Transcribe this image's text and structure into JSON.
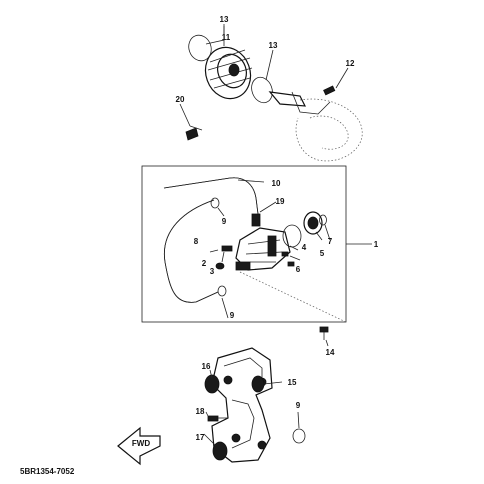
{
  "labels": {
    "l1": "1",
    "l2": "2",
    "l3": "3",
    "l4": "4",
    "l5": "5",
    "l6": "6",
    "l7": "7",
    "l8": "8",
    "l9a": "9",
    "l9b": "9",
    "l9c": "9",
    "l10": "10",
    "l11": "11",
    "l12": "12",
    "l13a": "13",
    "l13b": "13",
    "l14": "14",
    "l15": "15",
    "l16": "16",
    "l17": "17",
    "l18": "18",
    "l19": "19",
    "l20": "20"
  },
  "fwd_label": "FWD",
  "diagram_code": "5BR1354-7052"
}
